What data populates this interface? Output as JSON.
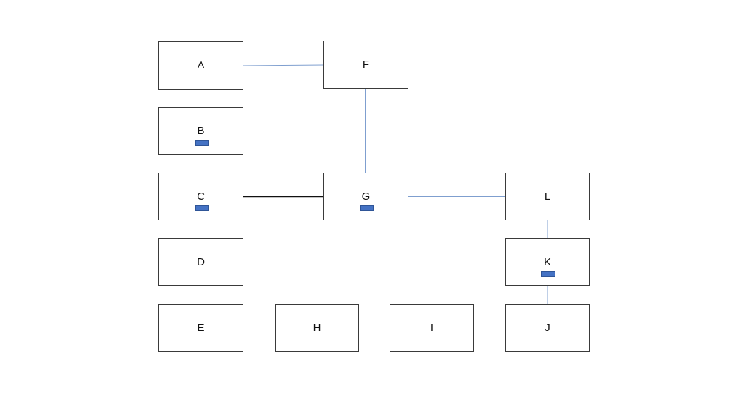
{
  "diagram": {
    "nodes": [
      {
        "id": "A",
        "label": "A",
        "marker": false
      },
      {
        "id": "B",
        "label": "B",
        "marker": true
      },
      {
        "id": "C",
        "label": "C",
        "marker": true
      },
      {
        "id": "D",
        "label": "D",
        "marker": false
      },
      {
        "id": "E",
        "label": "E",
        "marker": false
      },
      {
        "id": "F",
        "label": "F",
        "marker": false
      },
      {
        "id": "G",
        "label": "G",
        "marker": true
      },
      {
        "id": "H",
        "label": "H",
        "marker": false
      },
      {
        "id": "I",
        "label": "I",
        "marker": false
      },
      {
        "id": "J",
        "label": "J",
        "marker": false
      },
      {
        "id": "K",
        "label": "K",
        "marker": true
      },
      {
        "id": "L",
        "label": "L",
        "marker": false
      }
    ],
    "edges": [
      {
        "from": "A",
        "to": "F",
        "style": "link"
      },
      {
        "from": "A",
        "to": "B",
        "style": "link"
      },
      {
        "from": "B",
        "to": "C",
        "style": "link"
      },
      {
        "from": "C",
        "to": "D",
        "style": "link"
      },
      {
        "from": "D",
        "to": "E",
        "style": "link"
      },
      {
        "from": "F",
        "to": "G",
        "style": "link"
      },
      {
        "from": "C",
        "to": "G",
        "style": "strong"
      },
      {
        "from": "G",
        "to": "L",
        "style": "link"
      },
      {
        "from": "L",
        "to": "K",
        "style": "link"
      },
      {
        "from": "K",
        "to": "J",
        "style": "link"
      },
      {
        "from": "E",
        "to": "H",
        "style": "link"
      },
      {
        "from": "H",
        "to": "I",
        "style": "link"
      },
      {
        "from": "I",
        "to": "J",
        "style": "link"
      }
    ],
    "colors": {
      "link": "#7f9fcf",
      "strong": "#111111",
      "marker": "#4472c4",
      "border": "#3a3a3a"
    }
  }
}
